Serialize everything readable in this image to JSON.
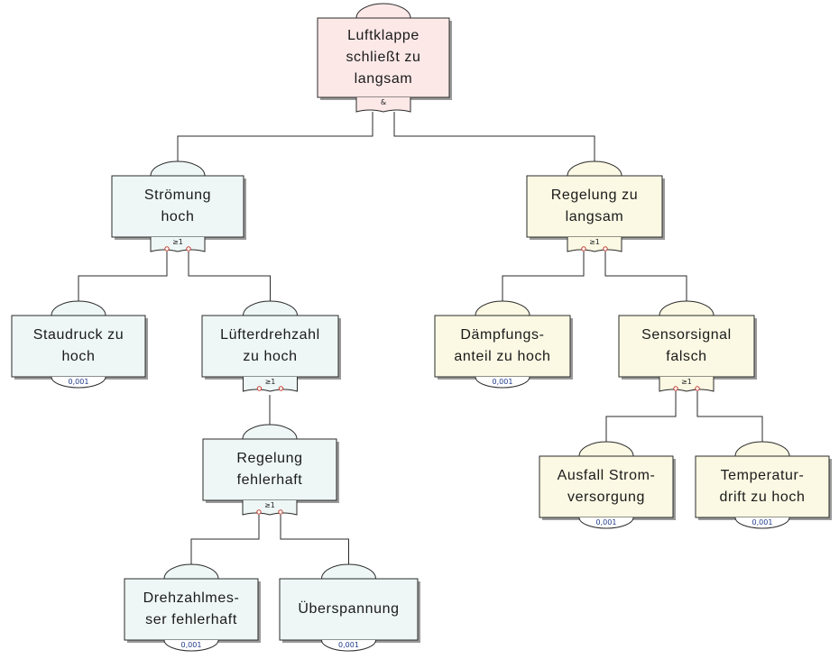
{
  "colors": {
    "top": "#fde8e8",
    "blue": "#eef7f5",
    "yellow": "#fbf8e3",
    "stroke": "#2a2a2a",
    "shadow": "#9a9a9a",
    "port": "#c0392b",
    "prob": "#1f3a8a"
  },
  "nodes": [
    {
      "id": "luftklappe",
      "line1": "Luftklappe",
      "line2": "schließt zu",
      "line3": "langsam",
      "gate": "&",
      "prob": ""
    },
    {
      "id": "stroemung",
      "line1": "Strömung",
      "line2": "hoch",
      "line3": "",
      "gate": "≥1",
      "prob": ""
    },
    {
      "id": "regelung-zu-langsam",
      "line1": "Regelung zu",
      "line2": "langsam",
      "line3": "",
      "gate": "≥1",
      "prob": ""
    },
    {
      "id": "staudruck",
      "line1": "Staudruck zu",
      "line2": "hoch",
      "line3": "",
      "gate": "",
      "prob": "0,001"
    },
    {
      "id": "luefterdrehzahl",
      "line1": "Lüfterdrehzahl",
      "line2": "zu hoch",
      "line3": "",
      "gate": "≥1",
      "prob": ""
    },
    {
      "id": "daempfungsanteil",
      "line1": "Dämpfungs-",
      "line2": "anteil zu hoch",
      "line3": "",
      "gate": "",
      "prob": "0,001"
    },
    {
      "id": "sensorsignal",
      "line1": "Sensorsignal",
      "line2": "falsch",
      "line3": "",
      "gate": "≥1",
      "prob": ""
    },
    {
      "id": "regelung-fehlerhaft",
      "line1": "Regelung",
      "line2": "fehlerhaft",
      "line3": "",
      "gate": "≥1",
      "prob": ""
    },
    {
      "id": "ausfall-stromversorgung",
      "line1": "Ausfall Strom-",
      "line2": "versorgung",
      "line3": "",
      "gate": "",
      "prob": "0,001"
    },
    {
      "id": "temperaturdrift",
      "line1": "Temperatur-",
      "line2": "drift zu hoch",
      "line3": "",
      "gate": "",
      "prob": "0,001"
    },
    {
      "id": "drehzahlmesser",
      "line1": "Drehzahlmes-",
      "line2": "ser fehlerhaft",
      "line3": "",
      "gate": "",
      "prob": "0,001"
    },
    {
      "id": "ueberspannung",
      "line1": "Überspannung",
      "line2": "",
      "line3": "",
      "gate": "",
      "prob": "0,001"
    }
  ]
}
